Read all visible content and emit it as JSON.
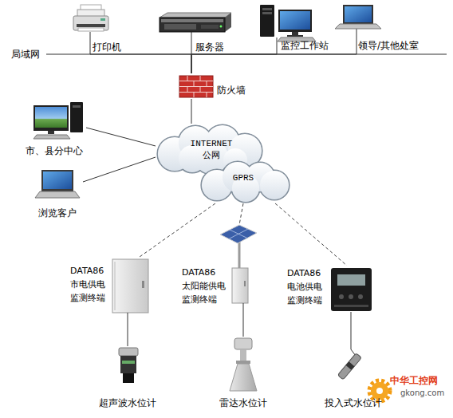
{
  "diagram": {
    "nodes": [
      {
        "text": [
          "打印机"
        ]
      },
      {
        "text": [
          "服务器"
        ]
      },
      {
        "text": [
          "监控工作站"
        ]
      },
      {
        "text": [
          "领导/其他处室"
        ]
      },
      {
        "text": [
          "防火墙"
        ]
      },
      {
        "text": [
          "市、县分中心"
        ]
      },
      {
        "text": [
          "INTERNET 公网"
        ]
      },
      {
        "text": [
          "浏览客户"
        ]
      },
      {
        "text": [
          "GPRS"
        ]
      },
      {
        "text": [
          "DATA86 市电供电 监测终端"
        ]
      },
      {
        "text": [
          "DATA86 太阳能供电 监测终端"
        ]
      },
      {
        "text": [
          "DATA86 电池供电 监测终端"
        ]
      },
      {
        "text": [
          "超声波水位计"
        ]
      },
      {
        "text": [
          "雷达水位计"
        ]
      },
      {
        "text": [
          "投入式水位计"
        ]
      }
    ],
    "edges": [
      {
        "from": 4,
        "to": 0,
        "arrow": "none"
      },
      {
        "from": 4,
        "to": 1,
        "arrow": "none"
      },
      {
        "from": 4,
        "to": 2,
        "arrow": "none"
      },
      {
        "from": 4,
        "to": 3,
        "arrow": "none"
      },
      {
        "from": 4,
        "to": 6,
        "arrow": "none"
      },
      {
        "from": 5,
        "to": 6,
        "arrow": "none"
      },
      {
        "from": 7,
        "to": 6,
        "arrow": "none"
      },
      {
        "from": 8,
        "to": 9,
        "arrow": "none"
      },
      {
        "from": 8,
        "to": 10,
        "arrow": "none"
      },
      {
        "from": 8,
        "to": 11,
        "arrow": "none"
      },
      {
        "from": 9,
        "to": 12,
        "arrow": "none"
      },
      {
        "from": 10,
        "to": 13,
        "arrow": "none"
      },
      {
        "from": 11,
        "to": 14,
        "arrow": "none"
      }
    ],
    "labels": [
      "局域网",
      "中华工控网",
      "gkong.com"
    ]
  }
}
